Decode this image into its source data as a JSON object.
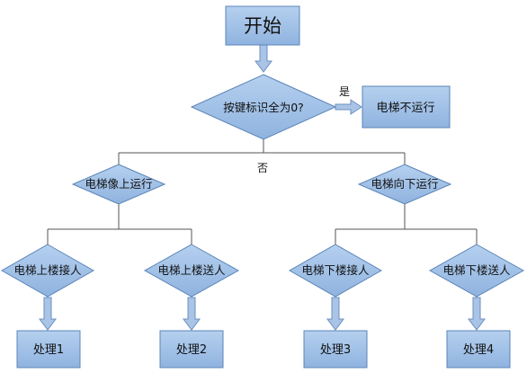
{
  "colors": {
    "box_fill": "#9fc0e6",
    "box_stroke": "#5b84b8",
    "line": "#555555",
    "arrow_fill": "#a9c4e6",
    "arrow_stroke": "#6d8fbf"
  },
  "flowchart": {
    "start": "开始",
    "decision_main": "按键标识全为0?",
    "yes_label": "是",
    "no_label": "否",
    "result_idle": "电梯不运行",
    "branch_up": "电梯像上运行",
    "branch_down": "电梯向下运行",
    "up_pickup": "电梯上楼接人",
    "up_dropoff": "电梯上楼送人",
    "down_pickup": "电梯下楼接人",
    "down_dropoff": "电梯下楼送人",
    "process_1": "处理1",
    "process_2": "处理2",
    "process_3": "处理3",
    "process_4": "处理4"
  }
}
